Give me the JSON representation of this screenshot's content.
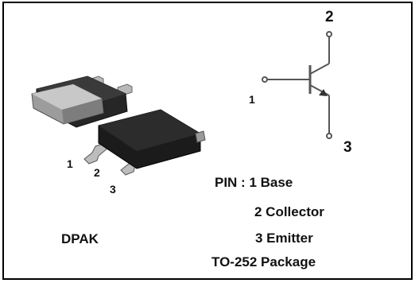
{
  "diagram": {
    "package_name": "DPAK",
    "package_pins": [
      "1",
      "2",
      "3"
    ],
    "symbol_pins": {
      "base": "1",
      "collector": "2",
      "emitter": "3"
    },
    "pin_description": {
      "line1": "PIN : 1 Base",
      "line2": "2 Collector",
      "line3": "3 Emitter",
      "line4": "TO-252 Package"
    }
  },
  "colors": {
    "body_dark": "#1b1b1b",
    "metal_tab": "#9a9a9a",
    "lead_silver": "#b8b8b8",
    "wire": "#555555"
  }
}
